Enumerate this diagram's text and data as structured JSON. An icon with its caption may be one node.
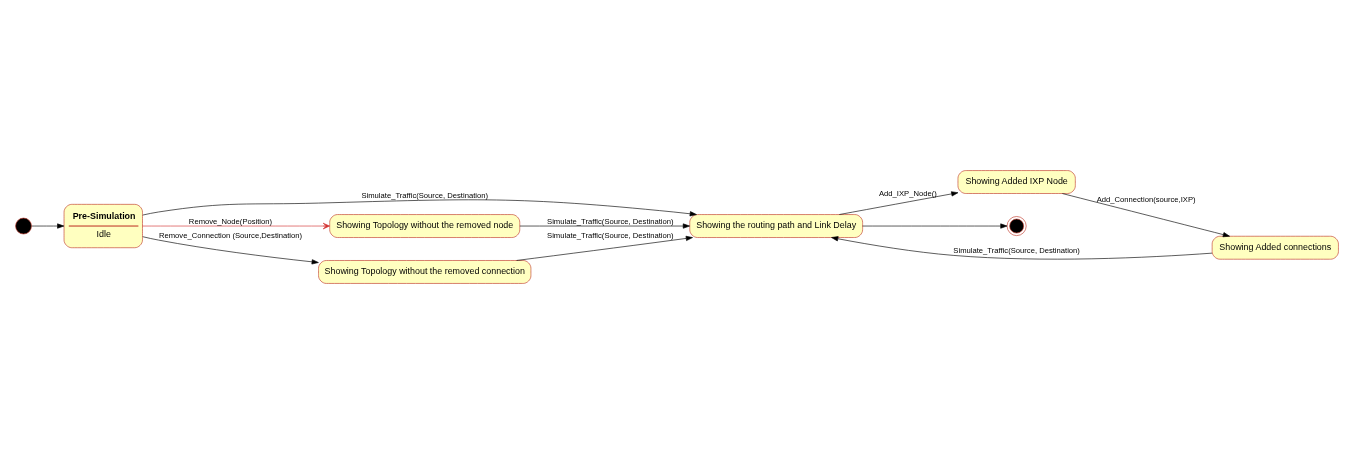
{
  "diagram": {
    "nodes": [
      {
        "text": [],
        "shape": "circle"
      },
      {
        "text": [
          "Pre-Simulation",
          "Idle"
        ]
      },
      {
        "text": [
          "Showing the routing path and Link Delay"
        ]
      },
      {
        "text": [
          "Showing Added IXP Node"
        ]
      },
      {
        "text": [
          "Showing Topology without the removed node"
        ]
      },
      {
        "text": [
          "Showing Topology without the removed connection"
        ]
      },
      {
        "text": [],
        "shape": "circle"
      },
      {
        "text": [
          "Showing Added connections"
        ]
      }
    ],
    "edges": [
      {
        "from": 0,
        "to": 1,
        "arrow": "to"
      },
      {
        "from": 1,
        "to": 2,
        "arrow": "to",
        "label": "Simulate_Traffic(Source, Destination)"
      },
      {
        "from": 1,
        "to": 4,
        "arrow": "to",
        "label": "Remove_Node(Position)",
        "color": "#d32f2f"
      },
      {
        "from": 1,
        "to": 5,
        "arrow": "to",
        "label": "Remove_Connection (Source,Destination)"
      },
      {
        "from": 4,
        "to": 2,
        "arrow": "to",
        "label": "Simulate_Traffic(Source, Destination)"
      },
      {
        "from": 5,
        "to": 2,
        "arrow": "to",
        "label": "Simulate_Traffic(Source, Destination)"
      },
      {
        "from": 2,
        "to": 3,
        "arrow": "to",
        "label": "Add_IXP_Node()"
      },
      {
        "from": 3,
        "to": 7,
        "arrow": "to",
        "label": "Add_Connection(source,IXP)"
      },
      {
        "from": 7,
        "to": 2,
        "arrow": "to",
        "label": "Simulate_Traffic(Source, Destination)"
      },
      {
        "from": 2,
        "to": 6,
        "arrow": "to"
      }
    ]
  }
}
